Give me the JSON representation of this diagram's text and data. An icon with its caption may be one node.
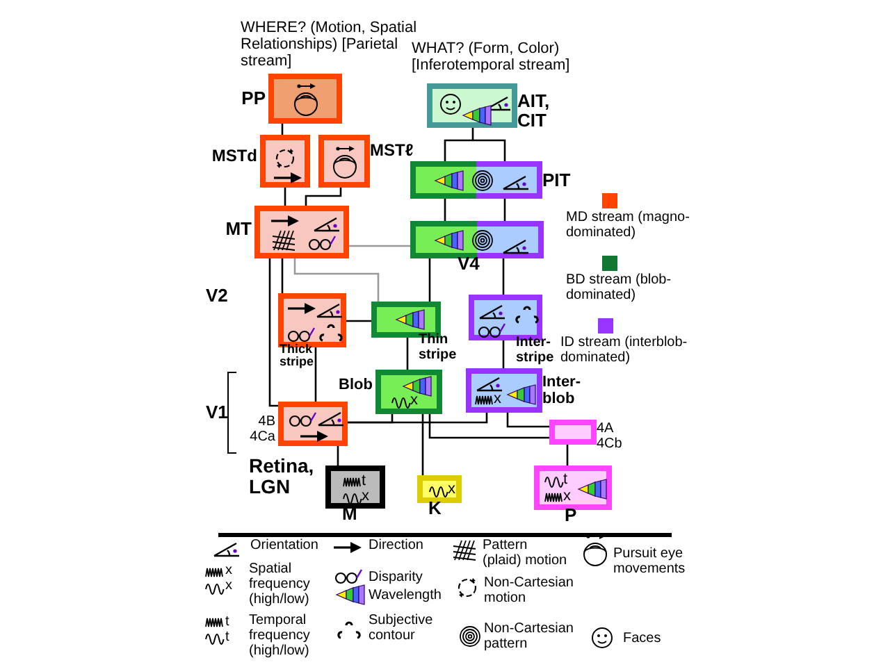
{
  "diagram": {
    "nodes": [
      {
        "text": [
          "PP"
        ]
      },
      {
        "text": [
          "MSTd"
        ]
      },
      {
        "text": [
          "MSTℓ"
        ]
      },
      {
        "text": [
          "AIT, CIT"
        ]
      },
      {
        "text": [
          "PIT"
        ]
      },
      {
        "text": [
          "MT"
        ]
      },
      {
        "text": [
          "V4"
        ]
      },
      {
        "text": [
          "Thick stripe"
        ]
      },
      {
        "text": [
          "Thin stripe"
        ]
      },
      {
        "text": [
          "Inter-stripe"
        ]
      },
      {
        "text": [
          "4B 4Ca"
        ]
      },
      {
        "text": [
          "Blob",
          "x"
        ]
      },
      {
        "text": [
          "x",
          "Inter-blob"
        ]
      },
      {
        "text": [
          "4A 4Cb"
        ]
      },
      {
        "text": [
          "t",
          "x",
          "M"
        ]
      },
      {
        "text": [
          "x",
          "K"
        ]
      },
      {
        "text": [
          "t",
          "x",
          "P"
        ]
      }
    ],
    "edges": [
      {
        "from": 0,
        "to": 1,
        "arrow": "none"
      },
      {
        "from": 1,
        "to": 5,
        "arrow": "none"
      },
      {
        "from": 2,
        "to": 5,
        "arrow": "none"
      },
      {
        "from": 3,
        "to": 4,
        "arrow": "none"
      },
      {
        "from": 4,
        "to": 6,
        "arrow": "none"
      },
      {
        "from": 4,
        "to": 6,
        "arrow": "none"
      },
      {
        "from": 5,
        "to": 6,
        "arrow": "none",
        "color": "#999999"
      },
      {
        "from": 5,
        "to": 8,
        "arrow": "none",
        "color": "#999999"
      },
      {
        "from": 8,
        "to": 6,
        "arrow": "none"
      },
      {
        "from": 9,
        "to": 6,
        "arrow": "none"
      },
      {
        "from": 7,
        "to": 8,
        "arrow": "none"
      },
      {
        "from": 5,
        "to": 7,
        "arrow": "none"
      },
      {
        "from": 5,
        "to": 10,
        "arrow": "none"
      },
      {
        "from": 7,
        "to": 10,
        "arrow": "none"
      },
      {
        "from": 10,
        "to": 11,
        "arrow": "none"
      },
      {
        "from": 10,
        "to": 12,
        "arrow": "none"
      },
      {
        "from": 8,
        "to": 11,
        "arrow": "none"
      },
      {
        "from": 9,
        "to": 12,
        "arrow": "none"
      },
      {
        "from": 11,
        "to": 15,
        "arrow": "none"
      },
      {
        "from": 11,
        "to": 13,
        "arrow": "none"
      },
      {
        "from": 12,
        "to": 13,
        "arrow": "none"
      },
      {
        "from": 10,
        "to": 14,
        "arrow": "none"
      },
      {
        "from": 13,
        "to": 16,
        "arrow": "none"
      }
    ],
    "labels": [
      "WHERE? (Motion, Spatial Relationships) [Parietal stream]",
      "WHAT? (Form, Color) [Inferotemporal stream]",
      "V2",
      "V1",
      "Retina, LGN",
      "x",
      "x",
      "t",
      "t"
    ],
    "legend": [
      {
        "text": "MD stream (magno-dominated)",
        "color": "#ff4400"
      },
      {
        "text": "BD stream (blob-dominated)",
        "color": "#117733"
      },
      {
        "text": "ID stream (interblob-dominated)",
        "color": "#9933ff"
      },
      {
        "text": "Orientation"
      },
      {
        "text": "Direction"
      },
      {
        "text": "Pattern (plaid) motion"
      },
      {
        "text": "Pursuit eye movements"
      },
      {
        "text": "Spatial frequency (high/low)"
      },
      {
        "text": "Disparity"
      },
      {
        "text": "Wavelength"
      },
      {
        "text": "Non-Cartesian motion"
      },
      {
        "text": "Temporal frequency (high/low)"
      },
      {
        "text": "Subjective contour"
      },
      {
        "text": "Non-Cartesian pattern"
      },
      {
        "text": "Faces"
      }
    ]
  }
}
